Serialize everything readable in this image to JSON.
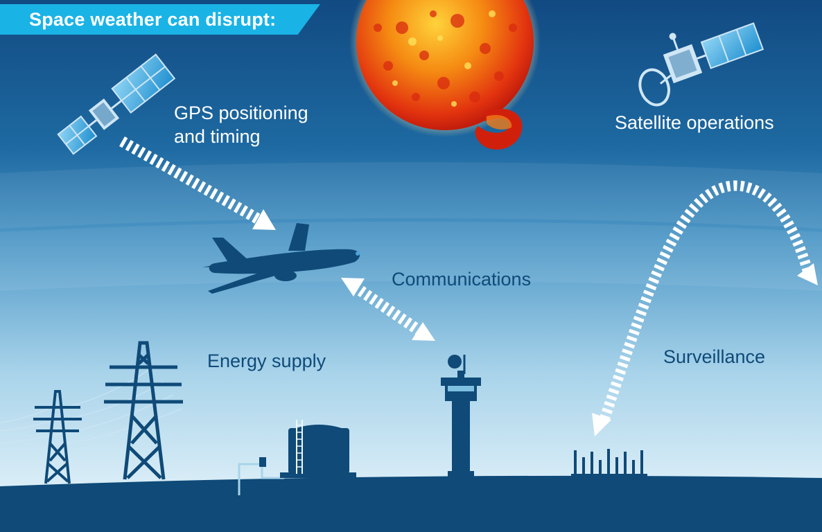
{
  "header": {
    "title": "Space weather can disrupt:"
  },
  "labels": {
    "gps": [
      "GPS positioning",
      "and timing"
    ],
    "satellite": "Satellite operations",
    "communications": "Communications",
    "energy": "Energy supply",
    "surveillance": "Surveillance"
  },
  "colors": {
    "sky_top": "#13518a",
    "sky_bottom": "#e9f5fb",
    "ground": "#0f4a78",
    "banner": "#1ab3e6",
    "label_light": "#ffffff",
    "label_dark": "#0f4a78",
    "sun_core": "#f7a016",
    "sun_edge": "#d9200e"
  }
}
